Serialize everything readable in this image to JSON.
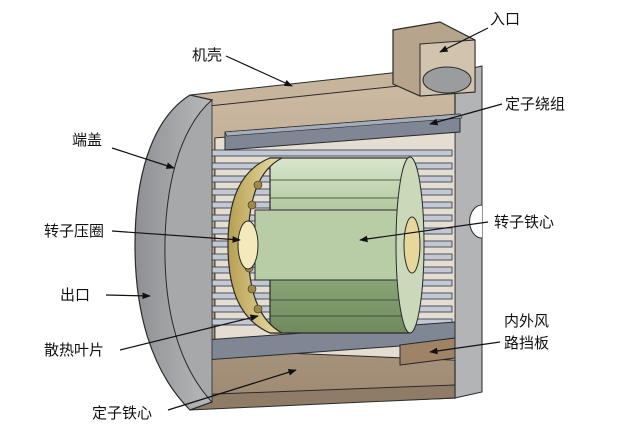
{
  "labels": {
    "inlet": "入口",
    "housing": "机壳",
    "stator_winding": "定子绕组",
    "end_cover": "端盖",
    "rotor_press_ring": "转子压圈",
    "rotor_core": "转子铁心",
    "outlet": "出口",
    "air_baffle_line1": "内外风",
    "air_baffle_line2": "路挡板",
    "fins": "散热叶片",
    "stator_core": "定子铁心"
  },
  "colors": {
    "housing": "#b4a089",
    "cover": "#a7a8aa",
    "fins": "#c3c8d2",
    "rotor": "#9fb98a",
    "press_ring": "#d7c27c",
    "winding": "#7f8694",
    "outline": "#2a2a2a"
  }
}
